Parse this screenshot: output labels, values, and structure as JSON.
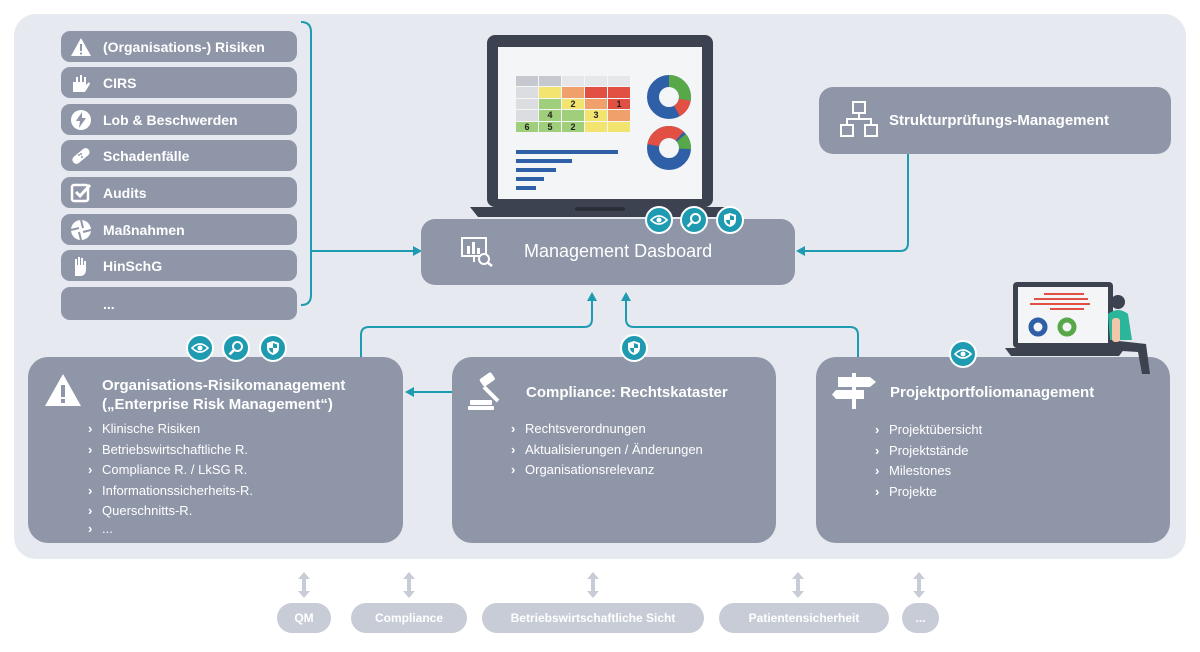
{
  "left_tabs": [
    {
      "label": "(Organisations-) Risiken",
      "icon": "warning-icon"
    },
    {
      "label": "CIRS",
      "icon": "hand-icon"
    },
    {
      "label": "Lob & Beschwerden",
      "icon": "lightning-icon"
    },
    {
      "label": "Schadenfälle",
      "icon": "bandage-icon"
    },
    {
      "label": "Audits",
      "icon": "checkbox-icon"
    },
    {
      "label": "Maßnahmen",
      "icon": "aperture-icon"
    },
    {
      "label": "HinSchG",
      "icon": "palm-icon"
    },
    {
      "label": "...",
      "icon": ""
    }
  ],
  "dashboard": {
    "title": "Management Dasboard",
    "heatmap_numbers": [
      "2",
      "1",
      "4",
      "3",
      "6",
      "5",
      "2"
    ]
  },
  "struktur": {
    "title": "Strukturprüfungs-Management"
  },
  "risk": {
    "title_line1": "Organisations-Risikomanagement",
    "title_line2": "(„Enterprise Risk Management“)",
    "items": [
      "Klinische Risiken",
      "Betriebswirtschaftliche R.",
      "Compliance R. / LkSG R.",
      "Informationssicherheits-R.",
      "Querschnitts-R.",
      "..."
    ]
  },
  "compliance": {
    "title": "Compliance: Rechtskataster",
    "items": [
      "Rechtsverordnungen",
      "Aktualisierungen / Änderungen",
      "Organisationsrelevanz"
    ]
  },
  "portfolio": {
    "title": "Projektportfoliomanagement",
    "items": [
      "Projektübersicht",
      "Projektstände",
      "Milestones",
      "Projekte"
    ]
  },
  "bottom": [
    "QM",
    "Compliance",
    "Betriebswirtschaftliche Sicht",
    "Patientensicherheit",
    "..."
  ],
  "colors": {
    "panel": "#e6e9ef",
    "box": "#8f96a8",
    "accent": "#1e9bb0",
    "pill": "#c8ccd6",
    "laptop": "#3c4250",
    "chart_blue": "#2f5fa7",
    "chart_red": "#e25043",
    "chart_green": "#58a84a",
    "chart_yellow": "#f2e46f"
  }
}
